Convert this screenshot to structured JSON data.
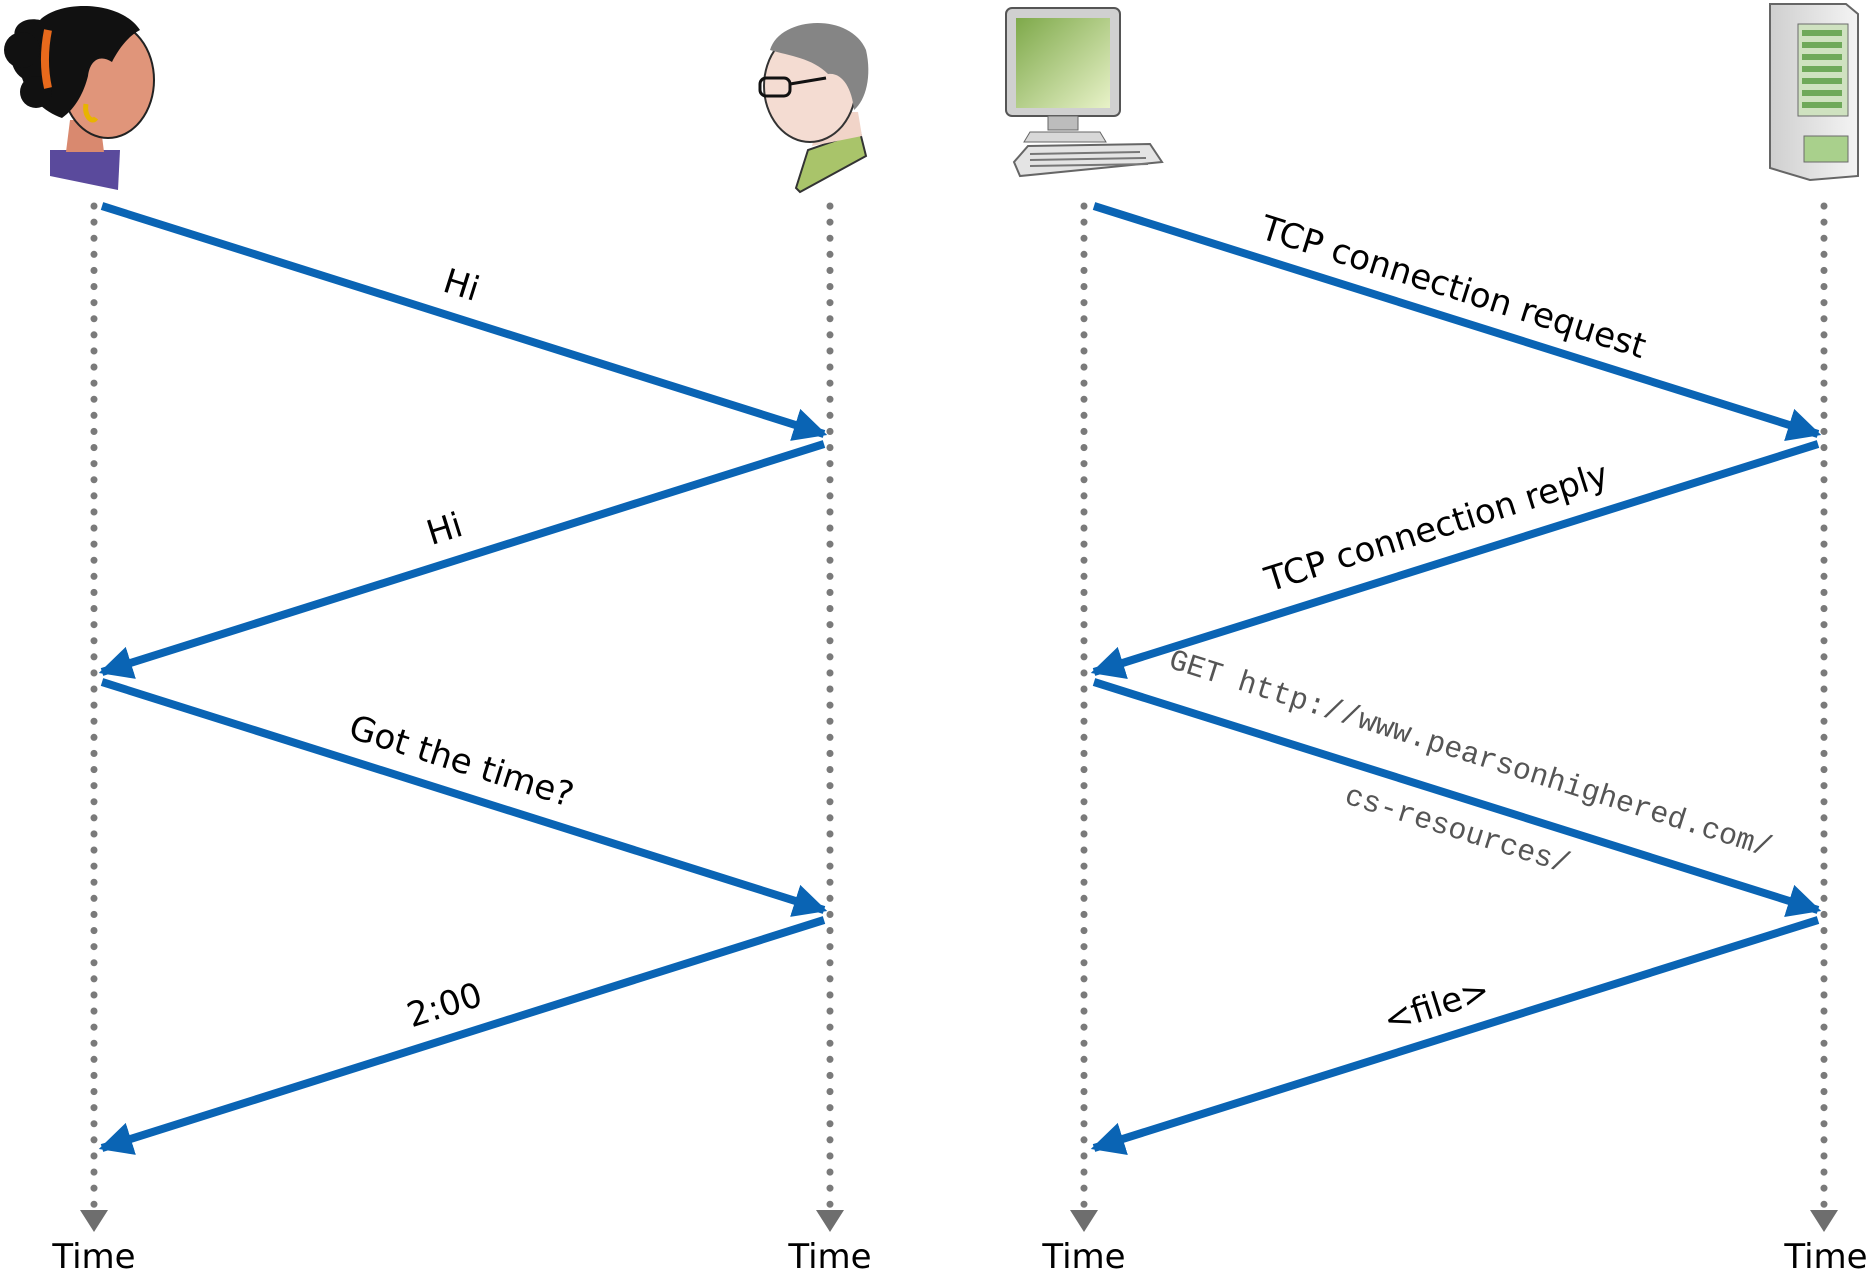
{
  "colors": {
    "arrow": "#0a64b4",
    "timeline": "#7a7a7a"
  },
  "left_diagram": {
    "participants": [
      {
        "icon": "woman-icon"
      },
      {
        "icon": "man-icon"
      }
    ],
    "time_labels": [
      "Time",
      "Time"
    ],
    "messages": [
      {
        "label": "Hi"
      },
      {
        "label": "Hi"
      },
      {
        "label": "Got the time?"
      },
      {
        "label": "2:00"
      }
    ]
  },
  "right_diagram": {
    "participants": [
      {
        "icon": "computer-icon"
      },
      {
        "icon": "server-icon"
      }
    ],
    "time_labels": [
      "Time",
      "Time"
    ],
    "messages": [
      {
        "label": "TCP connection request"
      },
      {
        "label": "TCP connection reply"
      },
      {
        "label_line1": "GET http://www.pearsonhighered.com/",
        "label_line2": "cs-resources/"
      },
      {
        "label": "<file>"
      }
    ]
  }
}
